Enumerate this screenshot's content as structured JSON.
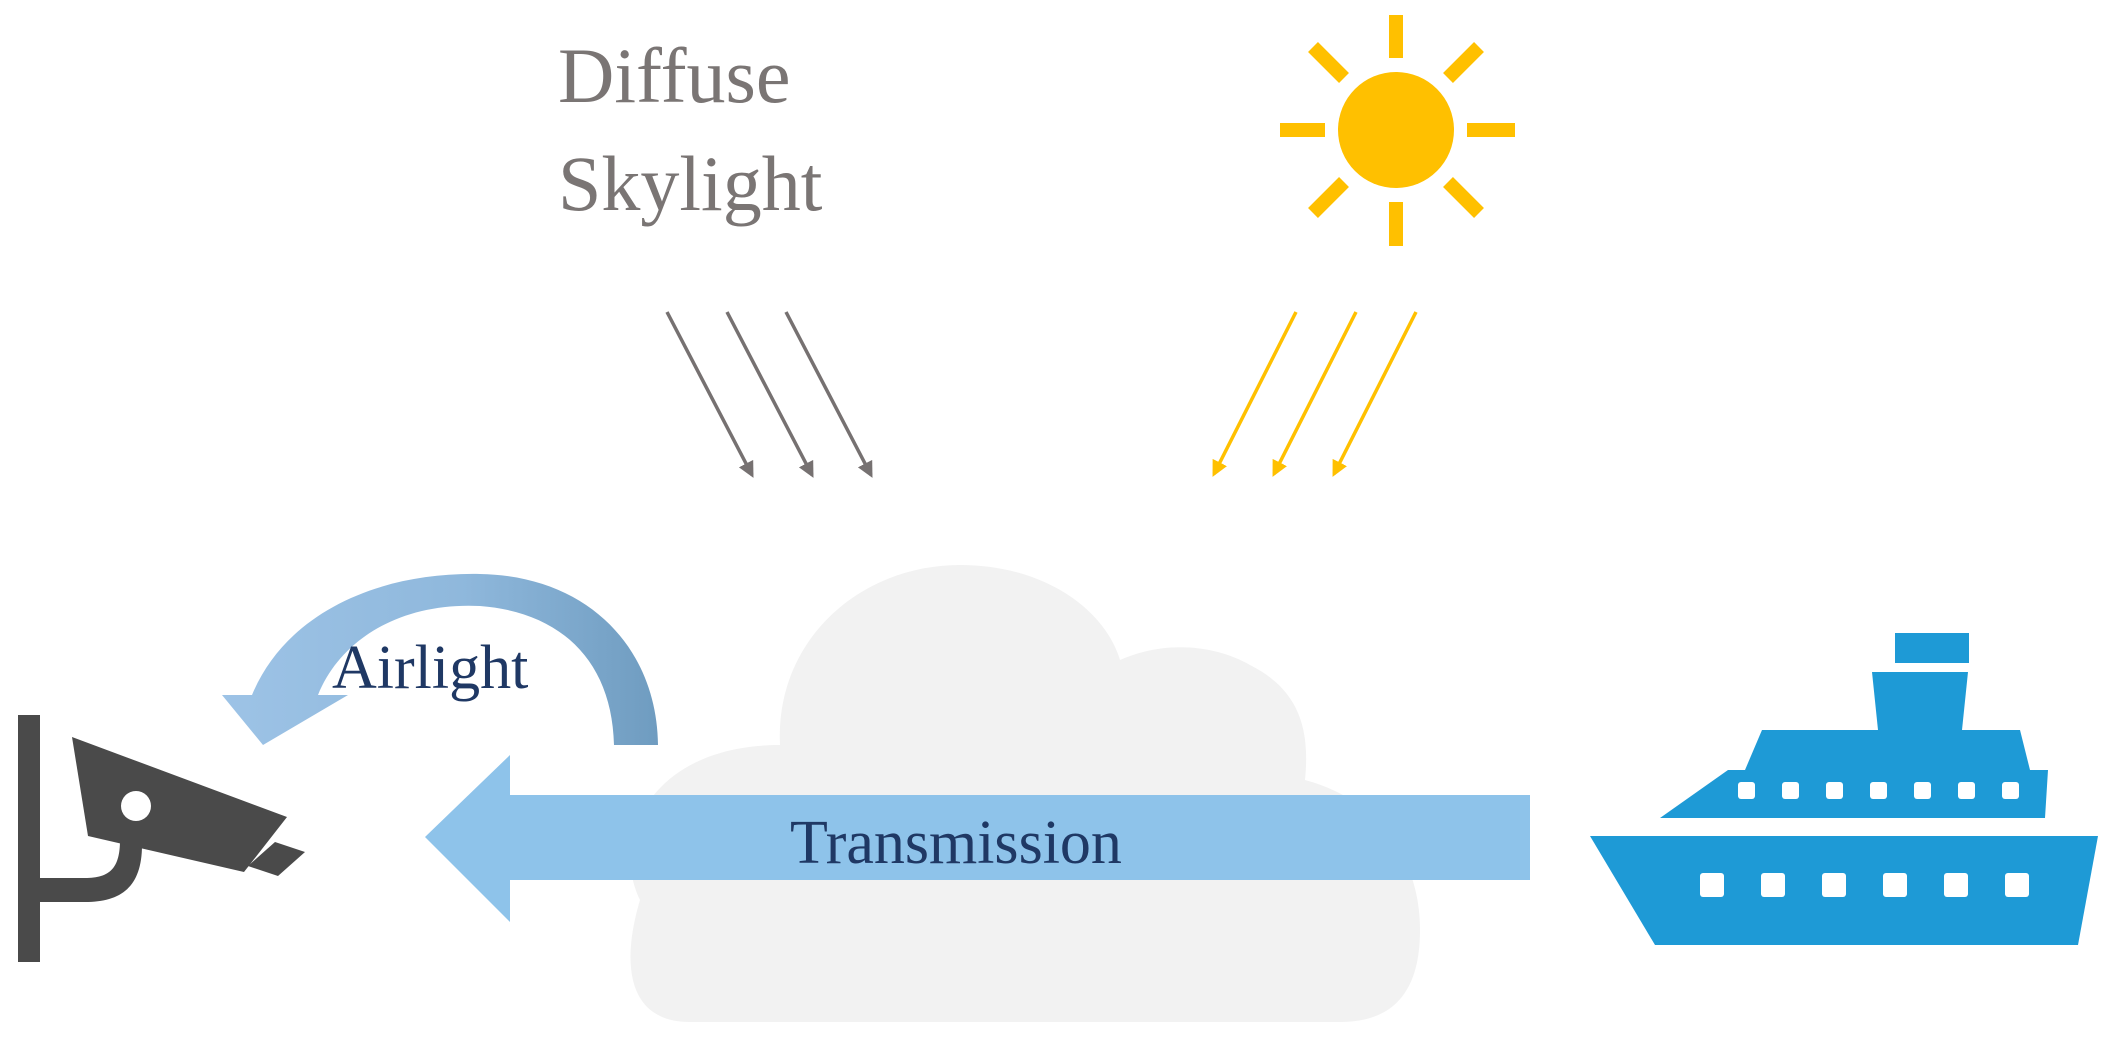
{
  "labels": {
    "diffuse_line1": "Diffuse",
    "diffuse_line2": "Skylight",
    "airlight": "Airlight",
    "transmission": "Transmission"
  },
  "colors": {
    "background": "#ffffff",
    "skylight_text": "#7a7574",
    "skylight_arrows": "#767171",
    "sun": "#ffc000",
    "cloud": "#f2f2f2",
    "airlight_arrow_light": "#9dc3e6",
    "airlight_arrow_dark": "#6f9cc0",
    "transmission_arrow": "#8ec3ea",
    "label_navy": "#1f3864",
    "camera": "#4a4a4a",
    "ship": "#1e9ad6"
  },
  "icons": [
    "sun-icon",
    "cloud-icon",
    "security-camera-icon",
    "ship-icon"
  ]
}
